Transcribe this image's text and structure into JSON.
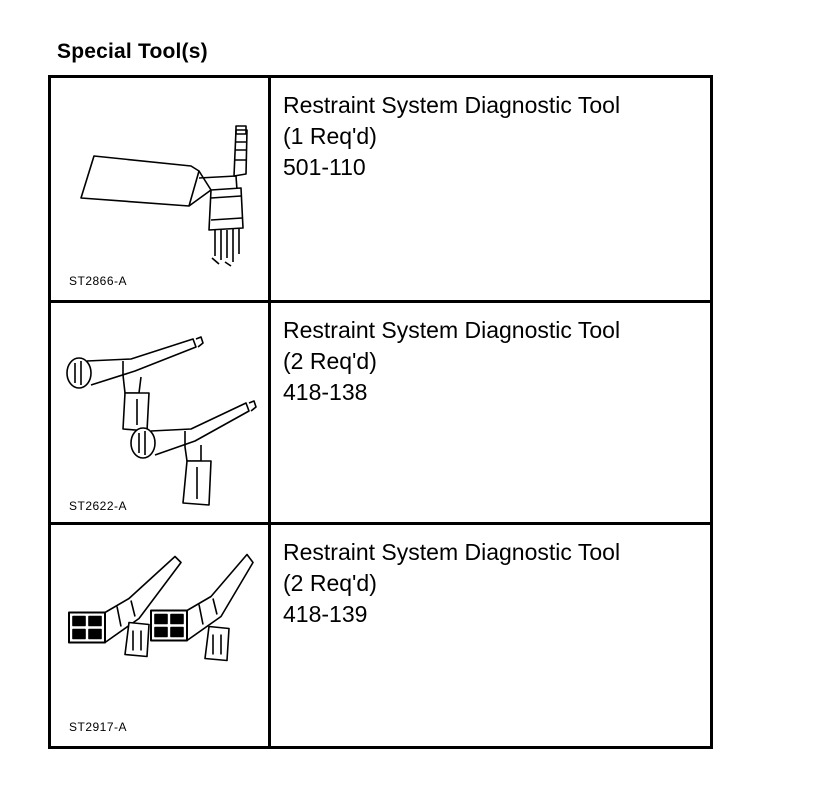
{
  "page_title": "Special Tool(s)",
  "tools": [
    {
      "illustration_code": "ST2866-A",
      "name": "Restraint System Diagnostic Tool",
      "quantity": "(1 Req'd)",
      "part_number": "501-110"
    },
    {
      "illustration_code": "ST2622-A",
      "name": "Restraint System Diagnostic Tool",
      "quantity": "(2 Req'd)",
      "part_number": "418-138"
    },
    {
      "illustration_code": "ST2917-A",
      "name": "Restraint System Diagnostic Tool",
      "quantity": "(2 Req'd)",
      "part_number": "418-139"
    }
  ]
}
